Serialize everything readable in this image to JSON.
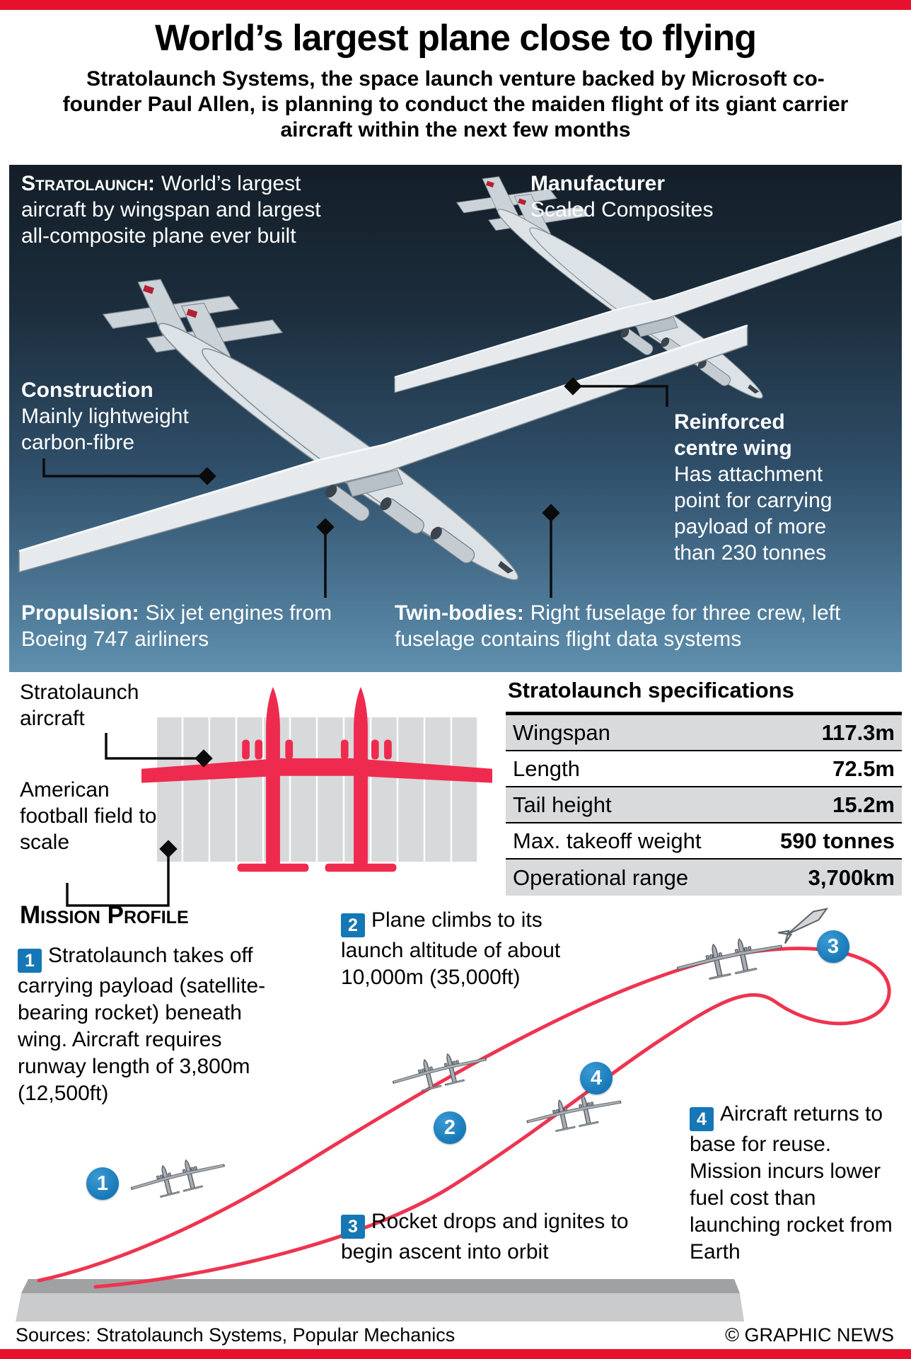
{
  "colors": {
    "bar_red": "#e8112d",
    "flight_path_red": "#ee3450",
    "plane_red": "#ee2b4e",
    "marker_blue": "#1577b5",
    "panel_top_blue": "#131e28",
    "panel_bottom_blue": "#5f90ae",
    "table_row_gray": "#d8dadc",
    "field_gray": "#d7d9db"
  },
  "header": {
    "title": "World’s largest plane close to flying",
    "intro": "Stratolaunch Systems, the space launch venture backed by Microsoft co-founder Paul Allen, is planning to conduct the maiden flight of its giant carrier aircraft within the next few months"
  },
  "panel": {
    "stratolaunch_label": "Stratolaunch:",
    "stratolaunch_text": "World’s largest aircraft by wingspan and largest all-composite plane ever built",
    "manufacturer_label": "Manufacturer",
    "manufacturer_value": "Scaled Composites",
    "construction_label": "Construction",
    "construction_text": "Mainly lightweight carbon-fibre",
    "reinforced_label": "Reinforced centre wing",
    "reinforced_text": "Has attachment point for carrying payload of more than 230 tonnes",
    "propulsion_label": "Propulsion:",
    "propulsion_text": "Six jet engines from Boeing 747 airliners",
    "twin_bodies_label": "Twin-bodies:",
    "twin_bodies_text": "Right fuselage for three crew, left fuselage contains flight data systems"
  },
  "comparison": {
    "aircraft_label": "Stratolaunch aircraft",
    "field_label": "American football field to scale"
  },
  "specs": {
    "title": "Stratolaunch specifications",
    "rows": [
      {
        "label": "Wingspan",
        "value": "117.3m"
      },
      {
        "label": "Length",
        "value": "72.5m"
      },
      {
        "label": "Tail height",
        "value": "15.2m"
      },
      {
        "label": "Max. takeoff weight",
        "value": "590 tonnes"
      },
      {
        "label": "Operational range",
        "value": "3,700km"
      }
    ]
  },
  "mission": {
    "title": "Mission Profile",
    "steps": [
      {
        "num": "1",
        "text": "Stratolaunch takes off carrying payload (satellite-bearing rocket) beneath wing. Aircraft requires runway length of 3,800m (12,500ft)"
      },
      {
        "num": "2",
        "text": "Plane climbs to its launch altitude of about 10,000m (35,000ft)"
      },
      {
        "num": "3",
        "text": "Rocket drops and ignites to begin ascent into orbit"
      },
      {
        "num": "4",
        "text": "Aircraft returns to base for reuse. Mission incurs lower fuel cost than launching rocket from Earth"
      }
    ]
  },
  "footer": {
    "sources": "Sources: Stratolaunch Systems, Popular Mechanics",
    "credit": "© GRAPHIC NEWS"
  }
}
